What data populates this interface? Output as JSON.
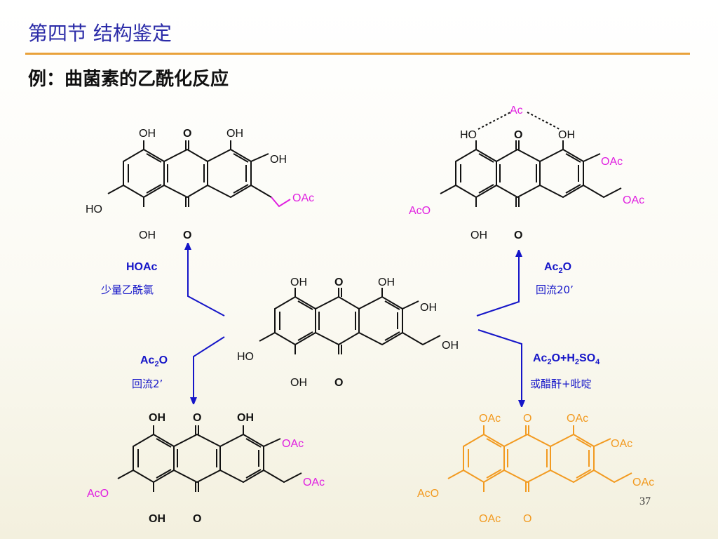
{
  "header": {
    "title": "第四节  结构鉴定",
    "subtitle": "例：曲菌素的乙酰化反应"
  },
  "page_number": "37",
  "colors": {
    "title": "#2b2ba8",
    "rule": "#e9a23b",
    "arrow": "#1515c8",
    "magenta": "#e020e0",
    "orange": "#f29a20",
    "black": "#111111"
  },
  "molecules": {
    "center": {
      "oh1": "OH",
      "o_top": "O",
      "oh8": "OH",
      "oh7": "OH",
      "ch2oh": "OH",
      "ho3": "HO",
      "oh4": "OH",
      "o_bot": "O"
    },
    "top_left": {
      "oh1": "OH",
      "o_top": "O",
      "oh8": "OH",
      "oh7": "OH",
      "oac": "OAc",
      "ho3": "HO",
      "oh4": "OH",
      "o_bot": "O"
    },
    "top_right": {
      "ac": "Ac",
      "ho1": "HO",
      "o_top": "O",
      "oh8": "OH",
      "oac7": "OAc",
      "oac_ch2": "OAc",
      "aco3": "AcO",
      "oh4": "OH",
      "o_bot": "O"
    },
    "bottom_left": {
      "oh1": "OH",
      "o_top": "O",
      "oh8": "OH",
      "oac7": "OAc",
      "oac_ch2": "OAc",
      "aco3": "AcO",
      "oh4": "OH",
      "o_bot": "O"
    },
    "bottom_right": {
      "oac1": "OAc",
      "o_top": "O",
      "oac8": "OAc",
      "oac7": "OAc",
      "oac_ch2": "OAc",
      "aco3": "AcO",
      "oac4": "OAc",
      "o_bot": "O"
    }
  },
  "conditions": {
    "top_left": {
      "reagent": "HOAc",
      "note": "少量乙酰氯"
    },
    "bottom_left": {
      "reagent_main": "Ac",
      "reagent_sub": "2",
      "reagent_tail": "O",
      "note": "回流2’"
    },
    "top_right": {
      "reagent_main": "Ac",
      "reagent_sub": "2",
      "reagent_tail": "O",
      "note": "回流20’"
    },
    "bottom_right": {
      "r1": "Ac",
      "r1_sub": "2",
      "r2": "O+H",
      "r2_sub": "2",
      "r3": "SO",
      "r3_sub": "4",
      "note": "或醋酐+吡啶"
    }
  }
}
